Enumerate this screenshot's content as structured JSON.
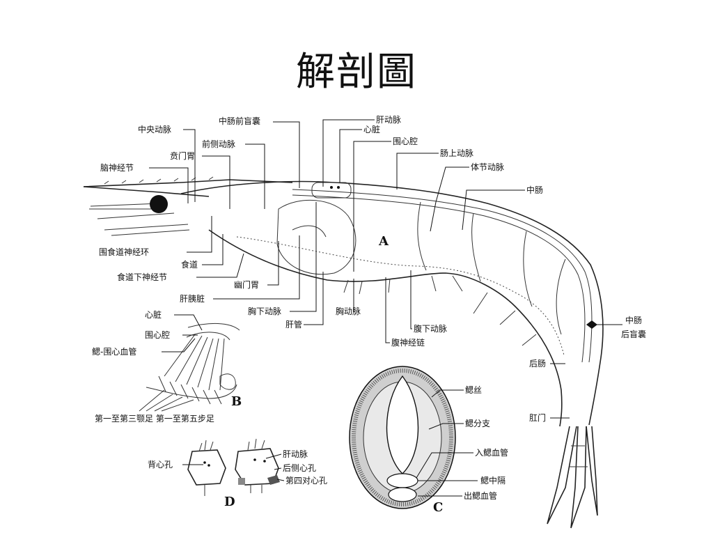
{
  "title": "解剖圖",
  "panels": {
    "a": "A",
    "b": "B",
    "c": "C",
    "d": "D"
  },
  "labels_a": {
    "zhongyang_dongmai": "中央动脉",
    "zhongchang_qianmangnang": "中肠前盲囊",
    "gan_dongmai": "肝动脉",
    "xinzang": "心脏",
    "weixinqiang": "围心腔",
    "qiance_dongmai": "前侧动脉",
    "benmen_wei": "贲门胃",
    "nao_shenjingjie": "脑神经节",
    "changshang_dongmai": "肠上动脉",
    "tijie_dongmai": "体节动脉",
    "zhongchang": "中肠",
    "weishidao_shenjinghuan": "围食道神经环",
    "shidao": "食道",
    "shidaoxia_shenjingjie": "食道下神经节",
    "youmen_wei": "幽门胃",
    "ganyizang": "肝胰脏",
    "xiongxia_dongmai": "胸下动脉",
    "ganguan": "肝管",
    "xiong_dongmai": "胸动脉",
    "fuxia_dongmai": "腹下动脉",
    "fu_shenjinglian": "腹神经链",
    "zhongchang_houmangnang_1": "中肠",
    "zhongchang_houmangnang_2": "后盲囊",
    "houchang": "后肠",
    "gangmen": "肛门"
  },
  "labels_b": {
    "xinzang": "心脏",
    "weixinqiang": "围心腔",
    "sai_weixin_xueguan": "鳃-围心血管",
    "legs": "第一至第三颚足  第一至第五步足"
  },
  "labels_c": {
    "saisi": "鳃丝",
    "sai_fenzhi": "鳃分支",
    "ru_sai_xueguan": "入鳃血管",
    "sai_zhongge": "鳃中隔",
    "chu_sai_xueguan": "出鳃血管"
  },
  "labels_d": {
    "beixinkong": "背心孔",
    "gan_dongmai": "肝动脉",
    "houce_xinkong": "后侧心孔",
    "disidui_xinkong": "第四对心孔"
  }
}
